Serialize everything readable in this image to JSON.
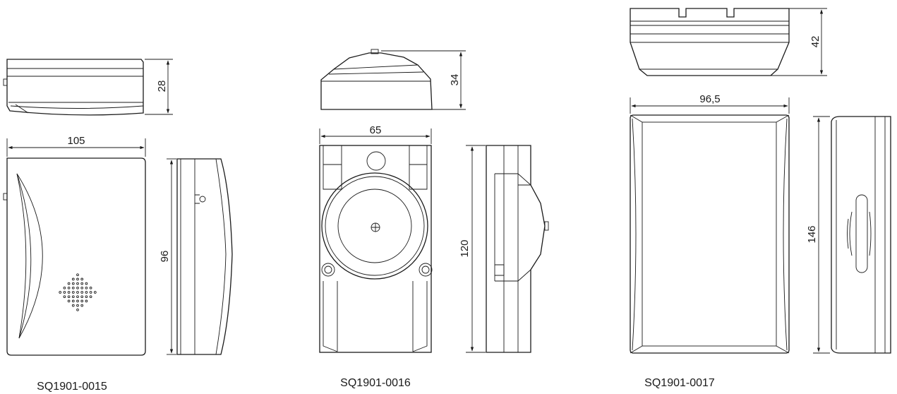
{
  "devices": [
    {
      "model": "SQ1901-0015",
      "dims": {
        "depth": "28",
        "width": "105",
        "height": "96"
      }
    },
    {
      "model": "SQ1901-0016",
      "dims": {
        "depth": "34",
        "width": "65",
        "height": "120"
      }
    },
    {
      "model": "SQ1901-0017",
      "dims": {
        "depth": "42",
        "width": "96,5",
        "height": "146"
      }
    }
  ]
}
